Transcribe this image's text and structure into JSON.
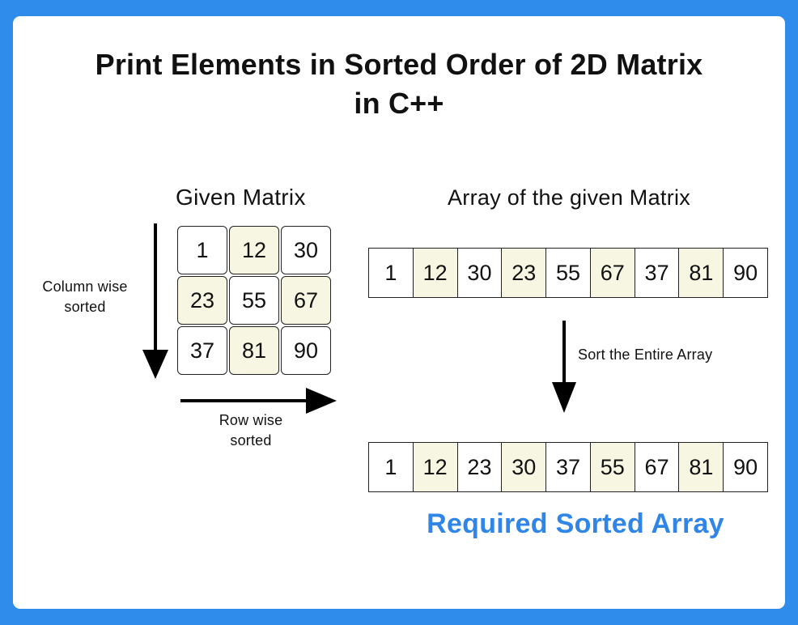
{
  "title": {
    "line1": "Print Elements in Sorted Order of 2D Matrix",
    "line2": "in C++"
  },
  "given_matrix": {
    "label": "Given Matrix",
    "rows": [
      [
        {
          "value": "1",
          "highlighted": false
        },
        {
          "value": "12",
          "highlighted": true
        },
        {
          "value": "30",
          "highlighted": false
        }
      ],
      [
        {
          "value": "23",
          "highlighted": true
        },
        {
          "value": "55",
          "highlighted": false
        },
        {
          "value": "67",
          "highlighted": true
        }
      ],
      [
        {
          "value": "37",
          "highlighted": false
        },
        {
          "value": "81",
          "highlighted": true
        },
        {
          "value": "90",
          "highlighted": false
        }
      ]
    ],
    "column_arrow_label_line1": "Column wise",
    "column_arrow_label_line2": "sorted",
    "row_arrow_label_line1": "Row wise",
    "row_arrow_label_line2": "sorted"
  },
  "flattened_array": {
    "label": "Array of the given Matrix",
    "cells": [
      {
        "value": "1",
        "highlighted": false
      },
      {
        "value": "12",
        "highlighted": true
      },
      {
        "value": "30",
        "highlighted": false
      },
      {
        "value": "23",
        "highlighted": true
      },
      {
        "value": "55",
        "highlighted": false
      },
      {
        "value": "67",
        "highlighted": true
      },
      {
        "value": "37",
        "highlighted": false
      },
      {
        "value": "81",
        "highlighted": true
      },
      {
        "value": "90",
        "highlighted": false
      }
    ]
  },
  "sort_step": {
    "label": "Sort the Entire Array"
  },
  "sorted_array": {
    "label": "Required Sorted Array",
    "cells": [
      {
        "value": "1",
        "highlighted": false
      },
      {
        "value": "12",
        "highlighted": true
      },
      {
        "value": "23",
        "highlighted": false
      },
      {
        "value": "30",
        "highlighted": true
      },
      {
        "value": "37",
        "highlighted": false
      },
      {
        "value": "55",
        "highlighted": true
      },
      {
        "value": "67",
        "highlighted": false
      },
      {
        "value": "81",
        "highlighted": true
      },
      {
        "value": "90",
        "highlighted": false
      }
    ]
  },
  "colors": {
    "frame": "#2f8ceb",
    "card": "#ffffff",
    "highlight_cell": "#f7f6e3",
    "accent_text": "#2f86e6",
    "ink": "#111111"
  }
}
